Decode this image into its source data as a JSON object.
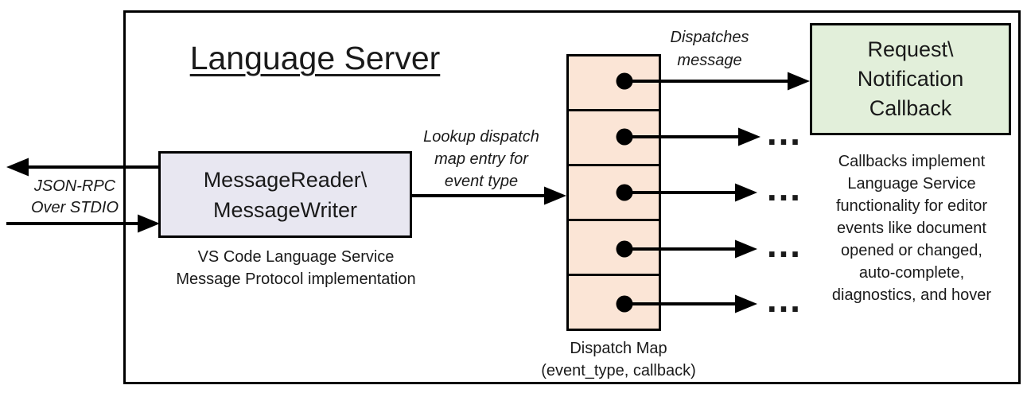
{
  "diagram": {
    "title": "Language Server",
    "stdio_label": "JSON-RPC\nOver STDIO",
    "message_box": {
      "label": "MessageReader\\\nMessageWriter",
      "caption": "VS Code Language Service\nMessage Protocol implementation",
      "fill": "#e8e7f1"
    },
    "lookup_label": "Lookup dispatch\nmap entry for\nevent type",
    "dispatch_map": {
      "caption": "Dispatch Map\n(event_type, callback)",
      "cell_count": 5,
      "fill": "#fbe5d6"
    },
    "dispatches_label": "Dispatches\nmessage",
    "callback_box": {
      "label": "Request\\\nNotification\nCallback",
      "fill": "#e2efda"
    },
    "callbacks_note": "Callbacks implement\nLanguage Service\nfunctionality for editor\nevents like document\nopened or changed,\nauto-complete,\ndiagnostics, and hover",
    "ellipsis": "…",
    "colors": {
      "border": "#000000",
      "background": "#ffffff",
      "arrow": "#000000"
    }
  }
}
